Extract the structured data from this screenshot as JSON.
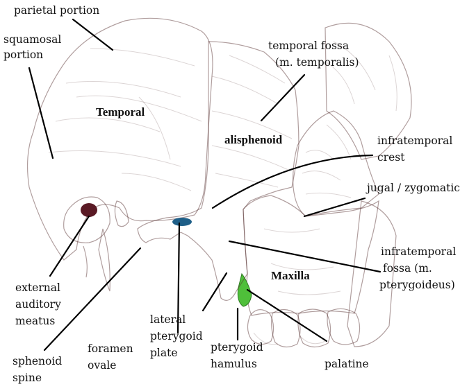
{
  "colors": {
    "temporal": "#ee5545",
    "sphenoid": "#3da4dc",
    "maxilla": "#f6f08e",
    "zygomatic": "#e85a6a",
    "palatine": "#4fbf3a",
    "bone": "#f2efe8",
    "ear": "#d9607a"
  },
  "labels": {
    "parietal": "parietal portion",
    "squamosal_1": "squamosal",
    "squamosal_2": "portion",
    "temporal_fossa_1": "temporal fossa",
    "temporal_fossa_2": "(m. temporalis)",
    "infratemporal_crest_1": "infratemporal",
    "infratemporal_crest_2": "crest",
    "jugal": "jugal / zygomatic",
    "infratemporal_fossa_1": "infratemporal",
    "infratemporal_fossa_2": "fossa (m.",
    "infratemporal_fossa_3": "pterygoideus)",
    "palatine": "palatine",
    "pterygoid_hamulus_1": "pterygoid",
    "pterygoid_hamulus_2": "hamulus",
    "lateral_pterygoid_1": "lateral",
    "lateral_pterygoid_2": "pterygoid",
    "lateral_pterygoid_3": "plate",
    "foramen_ovale_1": "foramen",
    "foramen_ovale_2": "ovale",
    "sphenoid_spine_1": "sphenoid",
    "sphenoid_spine_2": "spine",
    "ext_auditory_1": "external",
    "ext_auditory_2": "auditory",
    "ext_auditory_3": "meatus"
  },
  "bones": {
    "temporal": "Temporal",
    "alisphenoid": "alisphenoid",
    "maxilla": "Maxilla"
  }
}
